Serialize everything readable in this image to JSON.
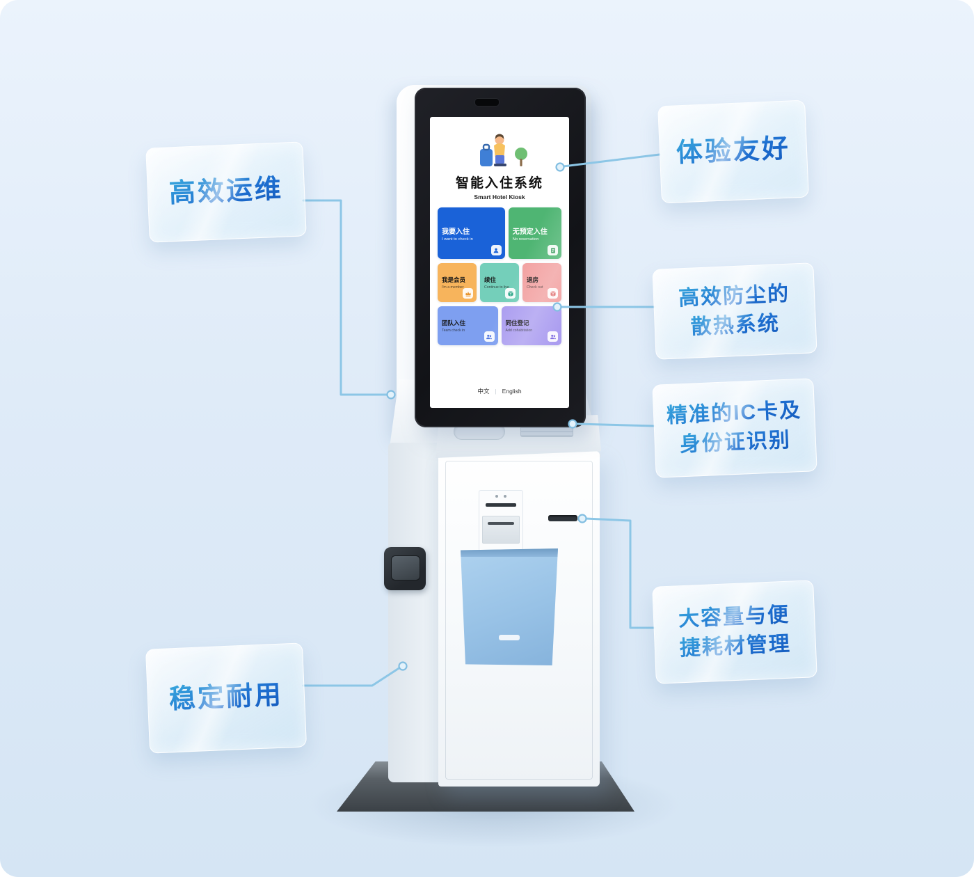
{
  "screen": {
    "title": "智能入住系统",
    "subtitle": "Smart Hotel Kiosk",
    "buttons": {
      "checkin": {
        "label": "我要入住",
        "sub": "I want to check in",
        "color": "#1a62d8",
        "icon": "person-icon"
      },
      "noreserve": {
        "label": "无预定入住",
        "sub": "No reservation",
        "color": "#4fb573",
        "icon": "document-icon"
      },
      "member": {
        "label": "我是会员",
        "sub": "I'm a member",
        "color": "#f7b45c",
        "icon": "crown-icon"
      },
      "renew": {
        "label": "续住",
        "sub": "Continue to live",
        "color": "#74cfba",
        "icon": "box-icon"
      },
      "checkout": {
        "label": "退房",
        "sub": "Check out",
        "color": "#f2a1a1",
        "icon": "box-icon"
      },
      "team": {
        "label": "团队入住",
        "sub": "Team check in",
        "color": "#7e9ff0",
        "icon": "people-icon"
      },
      "cohab": {
        "label": "同住登记",
        "sub": "Add cohabitation",
        "color": "#ab9df0",
        "icon": "people-icon"
      }
    },
    "languages": {
      "zh": "中文",
      "divider": "|",
      "en": "English"
    }
  },
  "callouts": {
    "ops": {
      "label": "高效运维"
    },
    "durable": {
      "label": "稳定耐用"
    },
    "experience": {
      "label": "体验友好"
    },
    "cooling": {
      "line1": "高效防尘的",
      "line2": "散热系统"
    },
    "ic": {
      "line1": "精准的IC卡及",
      "line2": "身份证识别"
    },
    "capacity": {
      "line1": "大容量与便",
      "line2": "捷耗材管理"
    }
  },
  "palette": {
    "background_top": "#ebf3fc",
    "background_bottom": "#d5e5f4",
    "callout_text": "#1a6ad1",
    "callout_text_gradient": [
      "#39a9dd",
      "#1257ba"
    ],
    "connector_line": "#8cc6e6",
    "bezel": "#17181c",
    "basket": "#9cc6ea",
    "base_plate": "#4a5158"
  }
}
